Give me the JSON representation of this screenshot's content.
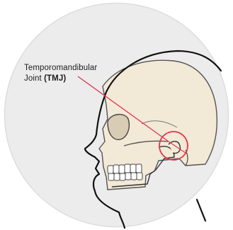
{
  "annotation": {
    "line1": "Temporomandibular",
    "line2_prefix": "Joint ",
    "line2_bold": "(TMJ)"
  },
  "colors": {
    "disc_fill": "#ececec",
    "disc_border": "#dddddd",
    "bone_fill": "#f3e9d7",
    "outline": "#111111",
    "highlight": "#e0344d",
    "eye_socket": "#d9ccb5"
  },
  "icons": {
    "skull": "skull-side-profile",
    "joint_marker": "circle-highlight"
  }
}
